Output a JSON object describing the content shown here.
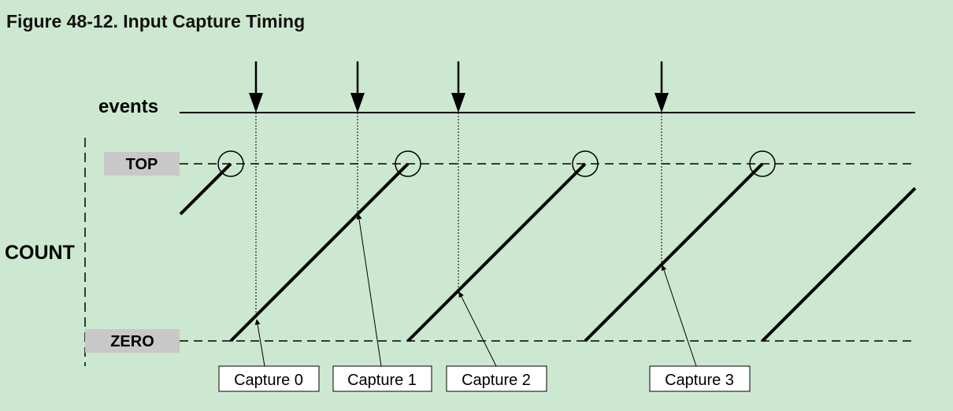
{
  "figure": {
    "title": "Figure 48-12.  Input Capture Timing"
  },
  "labels": {
    "events": "events",
    "count": "COUNT",
    "top": "TOP",
    "zero": "ZERO"
  },
  "captures": [
    {
      "label": "Capture 0"
    },
    {
      "label": "Capture 1"
    },
    {
      "label": "Capture 2"
    },
    {
      "label": "Capture 3"
    }
  ],
  "colors": {
    "background": "#cde8d0",
    "level_box": "#c8c8c8",
    "ink": "#000000",
    "capture_box": "#ffffff"
  }
}
